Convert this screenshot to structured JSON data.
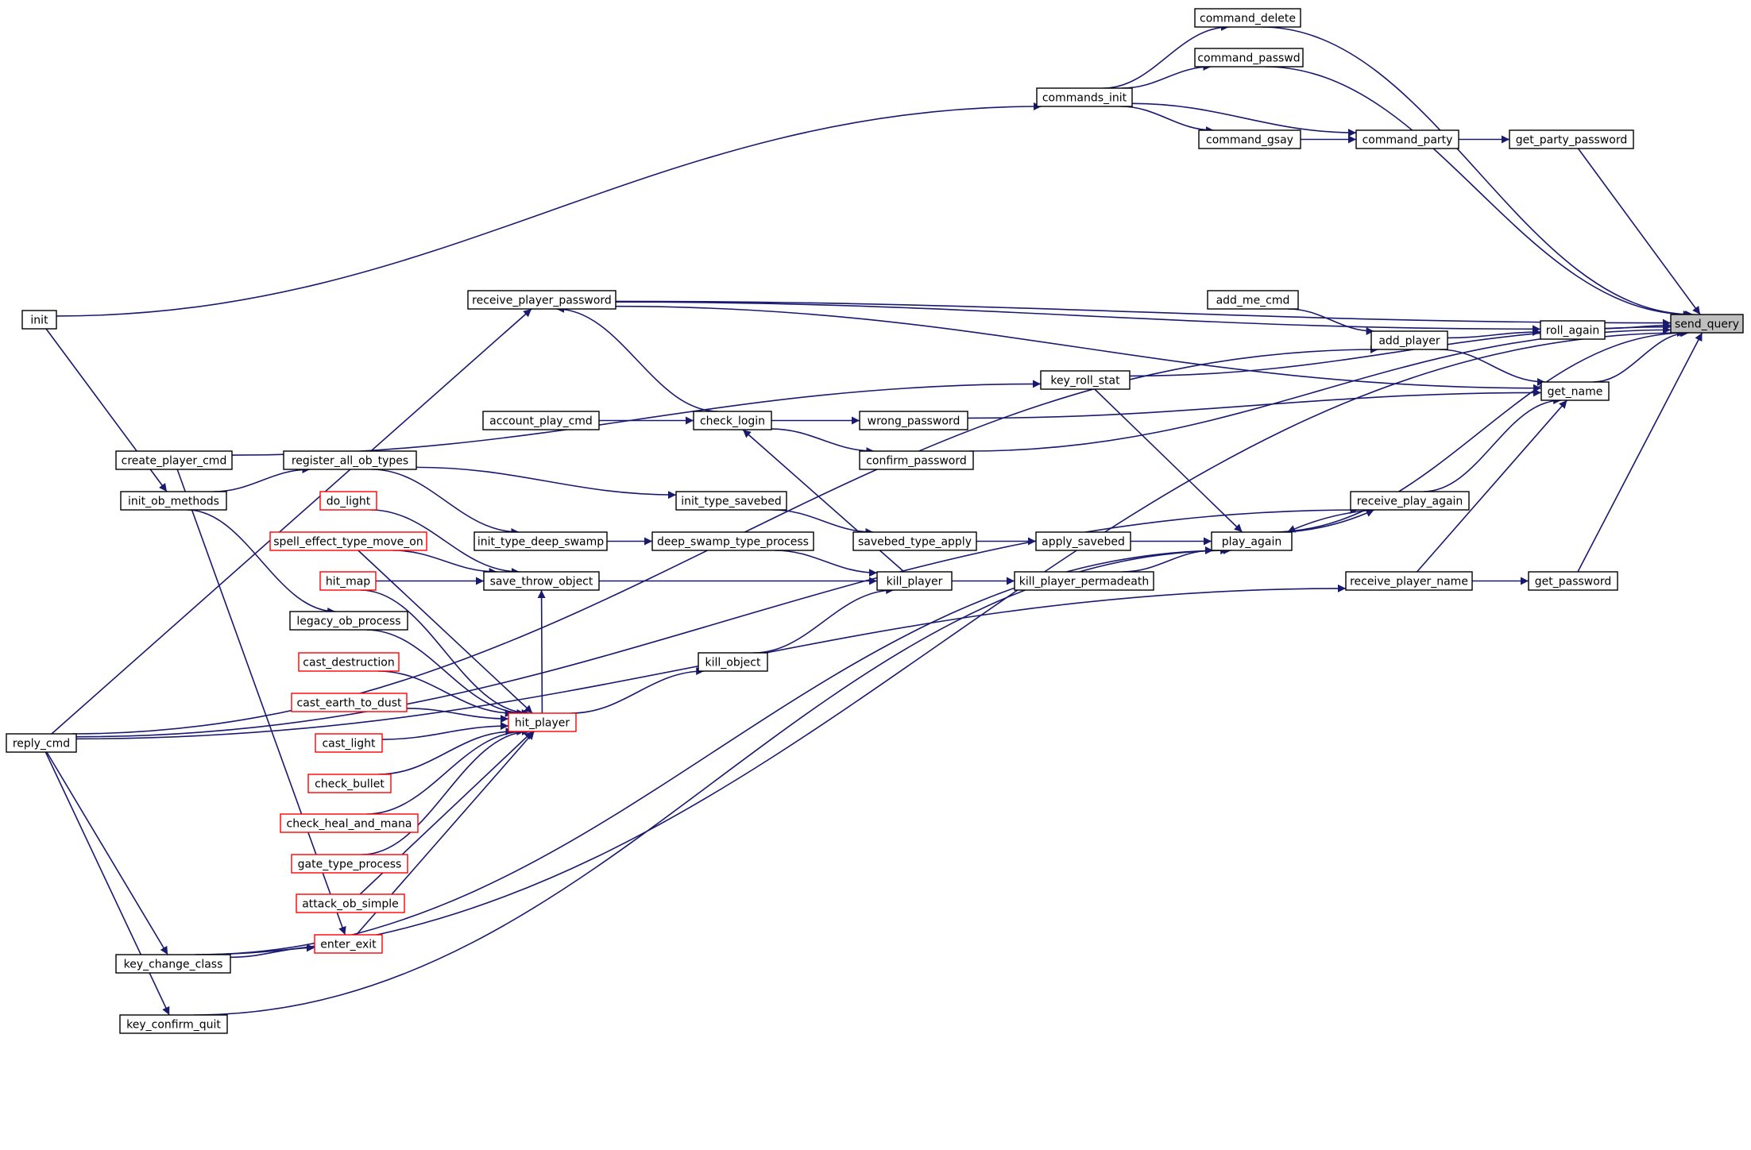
{
  "graph": {
    "colors": {
      "edge": "#191970",
      "node_border": "#000000",
      "node_border_truncated": "#ff0000",
      "root_fill": "#bfbfbf",
      "node_fill": "#ffffff"
    },
    "root": "send_query",
    "nodes": [
      {
        "id": "send_query",
        "label": "send_query",
        "style": "root"
      },
      {
        "id": "command_delete",
        "label": "command_delete",
        "style": "normal"
      },
      {
        "id": "command_passwd",
        "label": "command_passwd",
        "style": "normal"
      },
      {
        "id": "commands_init",
        "label": "commands_init",
        "style": "normal"
      },
      {
        "id": "command_gsay",
        "label": "command_gsay",
        "style": "normal"
      },
      {
        "id": "command_party",
        "label": "command_party",
        "style": "normal"
      },
      {
        "id": "get_party_password",
        "label": "get_party_password",
        "style": "normal"
      },
      {
        "id": "init",
        "label": "init",
        "style": "normal"
      },
      {
        "id": "receive_player_password",
        "label": "receive_player_password",
        "style": "normal"
      },
      {
        "id": "add_me_cmd",
        "label": "add_me_cmd",
        "style": "normal"
      },
      {
        "id": "add_player",
        "label": "add_player",
        "style": "normal"
      },
      {
        "id": "roll_again",
        "label": "roll_again",
        "style": "normal"
      },
      {
        "id": "key_roll_stat",
        "label": "key_roll_stat",
        "style": "normal"
      },
      {
        "id": "get_name",
        "label": "get_name",
        "style": "normal"
      },
      {
        "id": "account_play_cmd",
        "label": "account_play_cmd",
        "style": "normal"
      },
      {
        "id": "check_login",
        "label": "check_login",
        "style": "normal"
      },
      {
        "id": "wrong_password",
        "label": "wrong_password",
        "style": "normal"
      },
      {
        "id": "create_player_cmd",
        "label": "create_player_cmd",
        "style": "normal"
      },
      {
        "id": "register_all_ob_types",
        "label": "register_all_ob_types",
        "style": "normal"
      },
      {
        "id": "confirm_password",
        "label": "confirm_password",
        "style": "normal"
      },
      {
        "id": "init_ob_methods",
        "label": "init_ob_methods",
        "style": "normal"
      },
      {
        "id": "do_light",
        "label": "do_light",
        "style": "truncated"
      },
      {
        "id": "init_type_savebed",
        "label": "init_type_savebed",
        "style": "normal"
      },
      {
        "id": "receive_play_again",
        "label": "receive_play_again",
        "style": "normal"
      },
      {
        "id": "spell_effect_type_move_on",
        "label": "spell_effect_type_move_on",
        "style": "truncated"
      },
      {
        "id": "init_type_deep_swamp",
        "label": "init_type_deep_swamp",
        "style": "normal"
      },
      {
        "id": "deep_swamp_type_process",
        "label": "deep_swamp_type_process",
        "style": "normal"
      },
      {
        "id": "savebed_type_apply",
        "label": "savebed_type_apply",
        "style": "normal"
      },
      {
        "id": "apply_savebed",
        "label": "apply_savebed",
        "style": "normal"
      },
      {
        "id": "play_again",
        "label": "play_again",
        "style": "normal"
      },
      {
        "id": "hit_map",
        "label": "hit_map",
        "style": "truncated"
      },
      {
        "id": "save_throw_object",
        "label": "save_throw_object",
        "style": "normal"
      },
      {
        "id": "kill_player",
        "label": "kill_player",
        "style": "normal"
      },
      {
        "id": "kill_player_permadeath",
        "label": "kill_player_permadeath",
        "style": "normal"
      },
      {
        "id": "receive_player_name",
        "label": "receive_player_name",
        "style": "normal"
      },
      {
        "id": "get_password",
        "label": "get_password",
        "style": "normal"
      },
      {
        "id": "legacy_ob_process",
        "label": "legacy_ob_process",
        "style": "normal"
      },
      {
        "id": "cast_destruction",
        "label": "cast_destruction",
        "style": "truncated"
      },
      {
        "id": "kill_object",
        "label": "kill_object",
        "style": "normal"
      },
      {
        "id": "cast_earth_to_dust",
        "label": "cast_earth_to_dust",
        "style": "truncated"
      },
      {
        "id": "hit_player",
        "label": "hit_player",
        "style": "truncated"
      },
      {
        "id": "reply_cmd",
        "label": "reply_cmd",
        "style": "normal"
      },
      {
        "id": "cast_light",
        "label": "cast_light",
        "style": "truncated"
      },
      {
        "id": "check_bullet",
        "label": "check_bullet",
        "style": "truncated"
      },
      {
        "id": "check_heal_and_mana",
        "label": "check_heal_and_mana",
        "style": "truncated"
      },
      {
        "id": "gate_type_process",
        "label": "gate_type_process",
        "style": "truncated"
      },
      {
        "id": "attack_ob_simple",
        "label": "attack_ob_simple",
        "style": "truncated"
      },
      {
        "id": "enter_exit",
        "label": "enter_exit",
        "style": "truncated"
      },
      {
        "id": "key_change_class",
        "label": "key_change_class",
        "style": "normal"
      },
      {
        "id": "key_confirm_quit",
        "label": "key_confirm_quit",
        "style": "normal"
      }
    ],
    "edges": [
      {
        "from": "command_delete",
        "to": "send_query"
      },
      {
        "from": "command_passwd",
        "to": "send_query"
      },
      {
        "from": "get_party_password",
        "to": "send_query"
      },
      {
        "from": "receive_player_password",
        "to": "send_query"
      },
      {
        "from": "key_roll_stat",
        "to": "send_query"
      },
      {
        "from": "roll_again",
        "to": "send_query"
      },
      {
        "from": "get_name",
        "to": "send_query"
      },
      {
        "from": "confirm_password",
        "to": "send_query"
      },
      {
        "from": "play_again",
        "to": "send_query"
      },
      {
        "from": "get_password",
        "to": "send_query"
      },
      {
        "from": "key_change_class",
        "to": "send_query"
      },
      {
        "from": "commands_init",
        "to": "command_delete"
      },
      {
        "from": "commands_init",
        "to": "command_passwd"
      },
      {
        "from": "commands_init",
        "to": "command_party"
      },
      {
        "from": "commands_init",
        "to": "command_gsay"
      },
      {
        "from": "command_gsay",
        "to": "command_party"
      },
      {
        "from": "command_party",
        "to": "get_party_password"
      },
      {
        "from": "init",
        "to": "commands_init"
      },
      {
        "from": "add_player",
        "to": "roll_again"
      },
      {
        "from": "receive_player_password",
        "to": "roll_again"
      },
      {
        "from": "add_me_cmd",
        "to": "add_player"
      },
      {
        "from": "reply_cmd",
        "to": "add_player"
      },
      {
        "from": "add_player",
        "to": "get_name"
      },
      {
        "from": "receive_player_password",
        "to": "get_name"
      },
      {
        "from": "wrong_password",
        "to": "get_name"
      },
      {
        "from": "receive_play_again",
        "to": "get_name"
      },
      {
        "from": "receive_player_name",
        "to": "get_name"
      },
      {
        "from": "reply_cmd",
        "to": "receive_player_password"
      },
      {
        "from": "check_login",
        "to": "receive_player_password"
      },
      {
        "from": "create_player_cmd",
        "to": "key_roll_stat"
      },
      {
        "from": "key_roll_stat",
        "to": "play_again"
      },
      {
        "from": "account_play_cmd",
        "to": "check_login"
      },
      {
        "from": "check_login",
        "to": "wrong_password"
      },
      {
        "from": "check_login",
        "to": "confirm_password"
      },
      {
        "from": "kill_player",
        "to": "check_login"
      },
      {
        "from": "init_ob_methods",
        "to": "register_all_ob_types"
      },
      {
        "from": "register_all_ob_types",
        "to": "init_type_savebed"
      },
      {
        "from": "register_all_ob_types",
        "to": "init_type_deep_swamp"
      },
      {
        "from": "init",
        "to": "init_ob_methods"
      },
      {
        "from": "init_ob_methods",
        "to": "legacy_ob_process"
      },
      {
        "from": "init_type_savebed",
        "to": "savebed_type_apply"
      },
      {
        "from": "init_type_deep_swamp",
        "to": "deep_swamp_type_process"
      },
      {
        "from": "deep_swamp_type_process",
        "to": "kill_player"
      },
      {
        "from": "savebed_type_apply",
        "to": "apply_savebed"
      },
      {
        "from": "apply_savebed",
        "to": "play_again"
      },
      {
        "from": "kill_player_permadeath",
        "to": "play_again"
      },
      {
        "from": "receive_play_again",
        "to": "play_again"
      },
      {
        "from": "play_again",
        "to": "receive_play_again"
      },
      {
        "from": "reply_cmd",
        "to": "receive_play_again"
      },
      {
        "from": "key_change_class",
        "to": "play_again"
      },
      {
        "from": "key_confirm_quit",
        "to": "play_again"
      },
      {
        "from": "kill_player",
        "to": "kill_player_permadeath"
      },
      {
        "from": "save_throw_object",
        "to": "kill_player"
      },
      {
        "from": "kill_object",
        "to": "kill_player"
      },
      {
        "from": "hit_map",
        "to": "save_throw_object"
      },
      {
        "from": "do_light",
        "to": "save_throw_object"
      },
      {
        "from": "spell_effect_type_move_on",
        "to": "save_throw_object"
      },
      {
        "from": "hit_player",
        "to": "save_throw_object"
      },
      {
        "from": "hit_player",
        "to": "kill_object"
      },
      {
        "from": "spell_effect_type_move_on",
        "to": "hit_player"
      },
      {
        "from": "hit_map",
        "to": "hit_player"
      },
      {
        "from": "legacy_ob_process",
        "to": "hit_player"
      },
      {
        "from": "cast_destruction",
        "to": "hit_player"
      },
      {
        "from": "cast_earth_to_dust",
        "to": "hit_player"
      },
      {
        "from": "cast_light",
        "to": "hit_player"
      },
      {
        "from": "check_bullet",
        "to": "hit_player"
      },
      {
        "from": "check_heal_and_mana",
        "to": "hit_player"
      },
      {
        "from": "gate_type_process",
        "to": "hit_player"
      },
      {
        "from": "attack_ob_simple",
        "to": "hit_player"
      },
      {
        "from": "enter_exit",
        "to": "hit_player"
      },
      {
        "from": "receive_player_name",
        "to": "get_password"
      },
      {
        "from": "reply_cmd",
        "to": "receive_player_name"
      },
      {
        "from": "create_player_cmd",
        "to": "enter_exit"
      },
      {
        "from": "key_change_class",
        "to": "enter_exit"
      },
      {
        "from": "reply_cmd",
        "to": "key_change_class"
      },
      {
        "from": "reply_cmd",
        "to": "key_confirm_quit"
      }
    ]
  }
}
